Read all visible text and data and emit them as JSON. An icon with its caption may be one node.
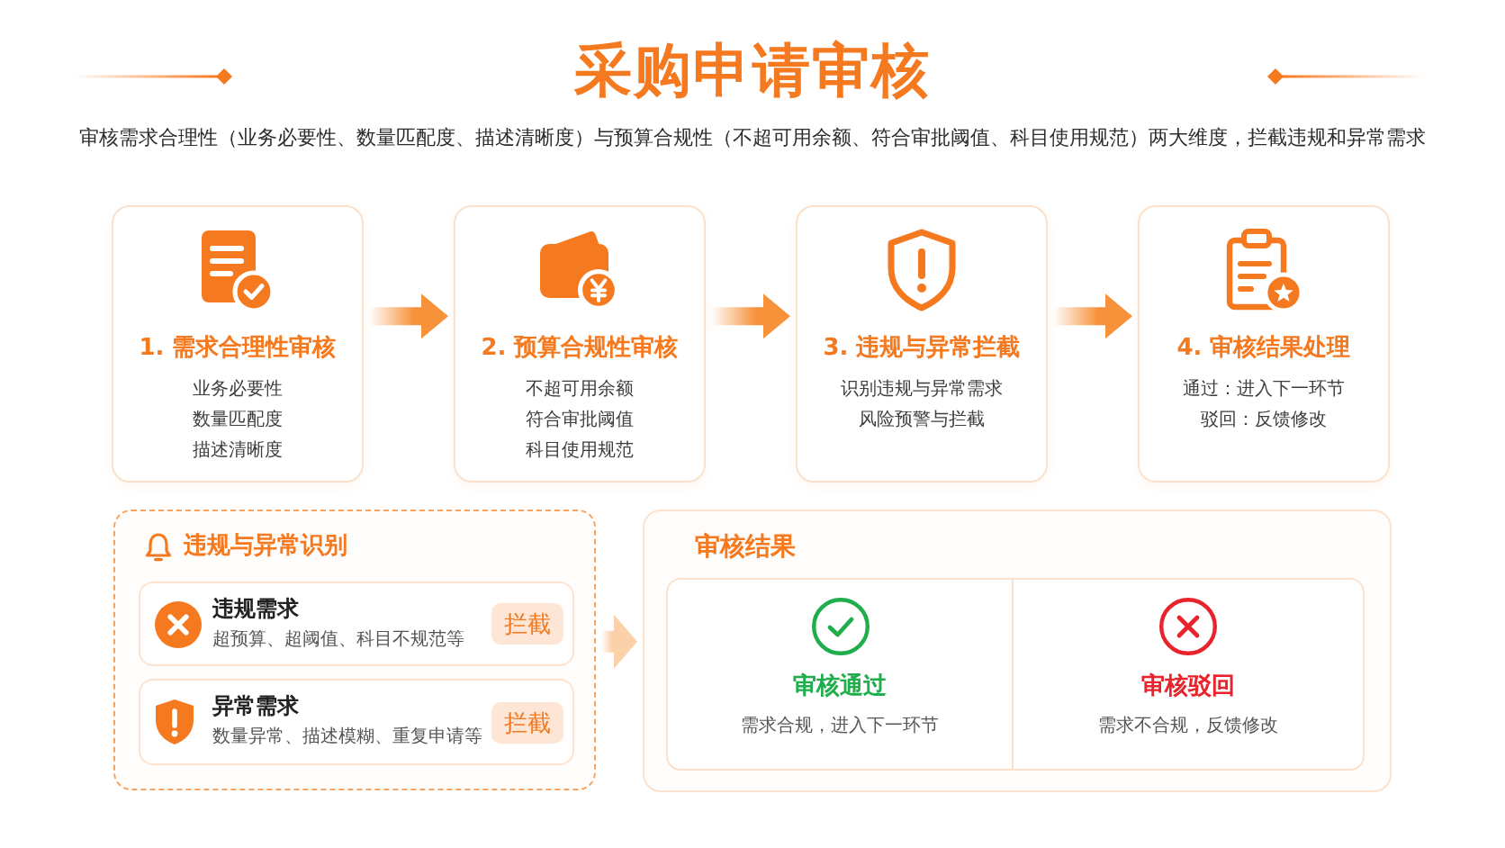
{
  "diagram": {
    "title": "采购申请审核",
    "nodes": [
      {
        "text": [
          "1. 需求合理性审核",
          "业务必要性",
          "数量匹配度",
          "描述清晰度"
        ]
      },
      {
        "text": [
          "2. 预算合规性审核",
          "不超可用余额",
          "符合审批阈值",
          "科目使用规范"
        ]
      },
      {
        "text": [
          "3. 违规与异常拦截",
          "识别违规与异常需求",
          "风险预警与拦截"
        ]
      },
      {
        "text": [
          "4. 审核结果处理",
          "通过：进入下一环节",
          "驳回：反馈修改"
        ]
      },
      {
        "text": [
          "违规与异常识别"
        ]
      },
      {
        "text": [
          "违规需求",
          "超预算、超阈值、科目不规范等"
        ],
        "in": 4
      },
      {
        "text": [
          "拦截"
        ],
        "in": 5
      },
      {
        "text": [
          "异常需求",
          "数量异常、描述模糊、重复申请等"
        ],
        "in": 4
      },
      {
        "text": [
          "拦截"
        ],
        "in": 7
      },
      {
        "text": [
          "审核结果"
        ]
      },
      {
        "text": [
          "审核通过",
          "需求合规，进入下一环节"
        ],
        "in": 9
      },
      {
        "text": [
          "审核驳回",
          "需求不合规，反馈修改"
        ],
        "in": 9
      }
    ],
    "edges": [
      {
        "from": 0,
        "to": 1,
        "arrow": "to"
      },
      {
        "from": 1,
        "to": 2,
        "arrow": "to"
      },
      {
        "from": 2,
        "to": 3,
        "arrow": "to"
      },
      {
        "from": 4,
        "to": 9,
        "arrow": "to",
        "color": "#fcd0a8"
      }
    ],
    "labels": [
      "审核需求合理性（业务必要性、数量匹配度、描述清晰度）与预算合规性（不超可用余额、符合审批阈值、科目使用规范）两大维度，拦截违规和异常需求"
    ]
  }
}
